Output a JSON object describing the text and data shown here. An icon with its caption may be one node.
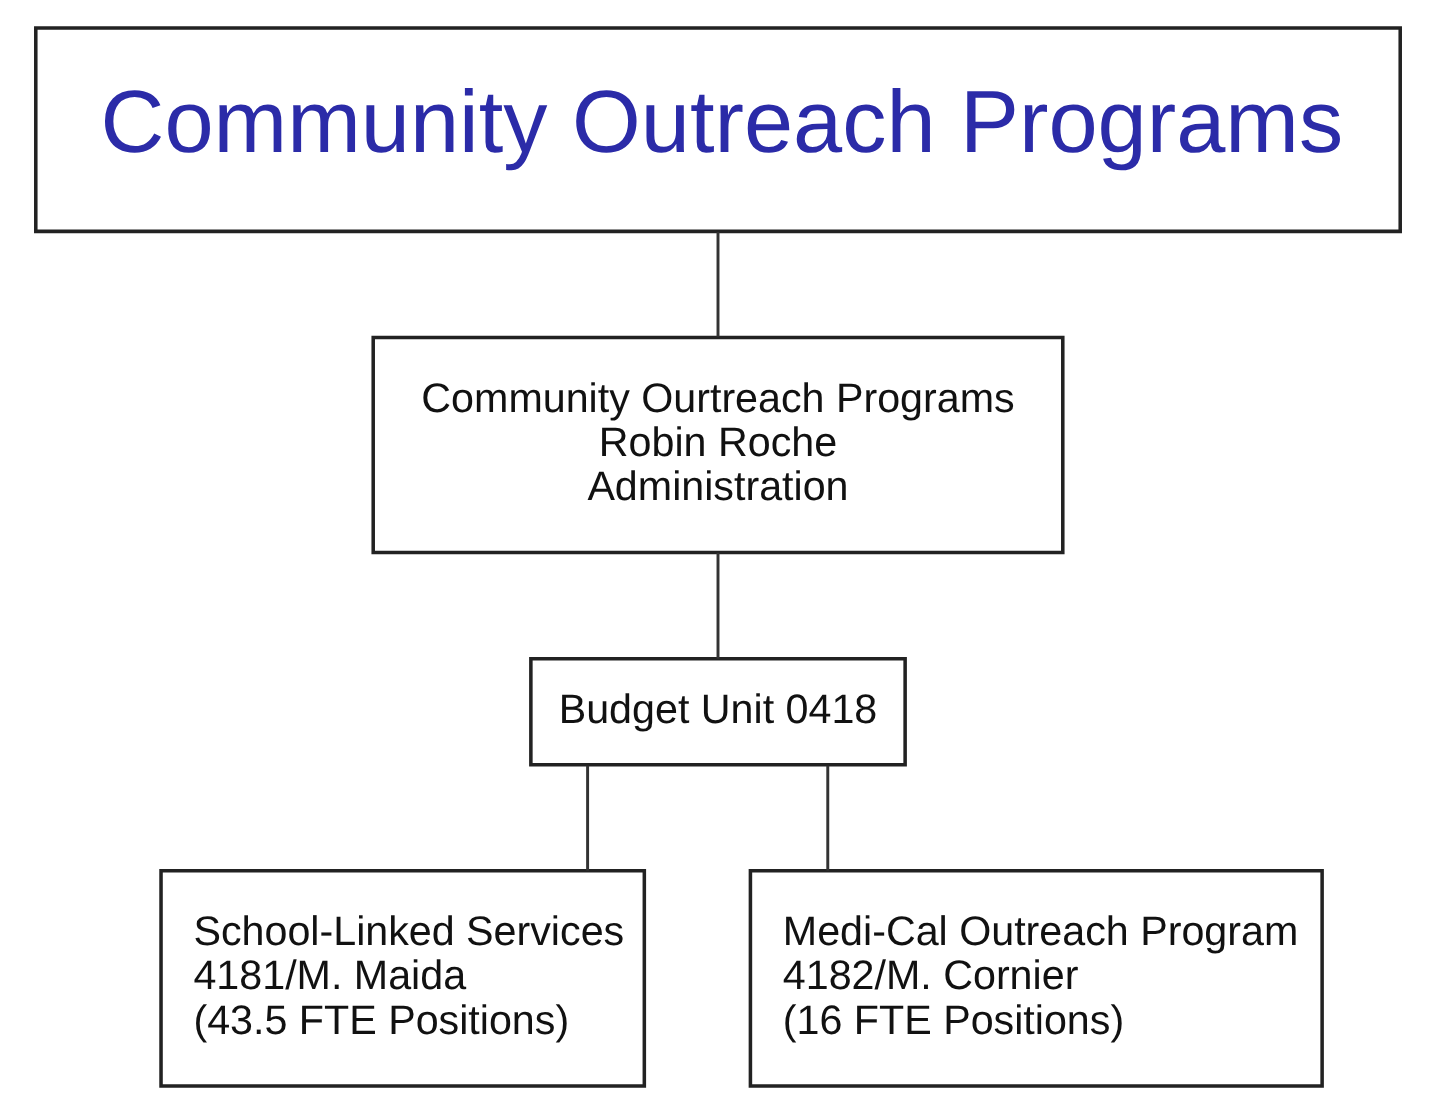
{
  "diagram": {
    "nodes": [
      {
        "text": [
          "Community Outreach Programs"
        ]
      },
      {
        "text": [
          "Community Ourtreach Programs",
          "Robin Roche",
          "Administration"
        ]
      },
      {
        "text": [
          "Budget Unit 0418"
        ]
      },
      {
        "text": [
          "School-Linked Services",
          "4181/M. Maida",
          "(43.5 FTE Positions)"
        ]
      },
      {
        "text": [
          "Medi-Cal Outreach Program",
          "4182/M. Cornier",
          "(16 FTE Positions)"
        ]
      }
    ],
    "edges": [
      {
        "from": 0,
        "to": 1,
        "arrow": "none"
      },
      {
        "from": 1,
        "to": 2,
        "arrow": "none"
      },
      {
        "from": 2,
        "to": 3,
        "arrow": "none"
      },
      {
        "from": 2,
        "to": 4,
        "arrow": "none"
      }
    ]
  }
}
